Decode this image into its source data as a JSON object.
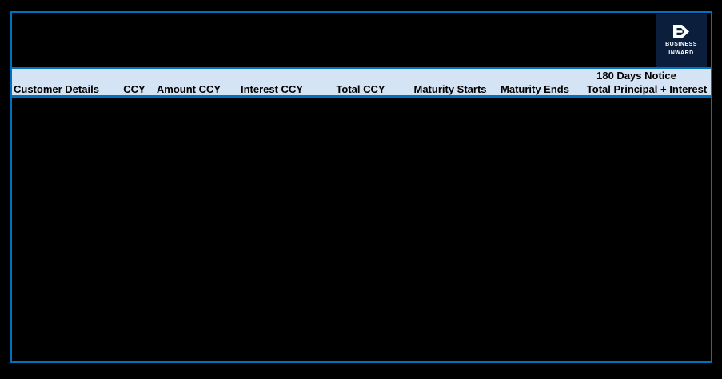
{
  "brand": {
    "mark_icon": "d-play-mark-icon",
    "line1": "BUSINESS",
    "line2": "INWARD"
  },
  "report": {
    "section_title": "180 Days Notice"
  },
  "table": {
    "columns": [
      {
        "key": "customer_details",
        "label": "Customer Details"
      },
      {
        "key": "ccy",
        "label": "CCY"
      },
      {
        "key": "amount_ccy",
        "label": "Amount CCY"
      },
      {
        "key": "interest_ccy",
        "label": "Interest CCY"
      },
      {
        "key": "total_ccy",
        "label": "Total CCY"
      },
      {
        "key": "maturity_starts",
        "label": "Maturity Starts"
      },
      {
        "key": "maturity_ends",
        "label": "Maturity Ends"
      },
      {
        "key": "total_principal_interest",
        "label": "Total Principal + Interest"
      }
    ],
    "rows": []
  },
  "colors": {
    "page_background": "#000000",
    "panel_border": "#0070c0",
    "header_band": "#d5e4f5",
    "header_text": "#000000",
    "brand_background": "#0b1f3d",
    "brand_text": "#ffffff"
  }
}
